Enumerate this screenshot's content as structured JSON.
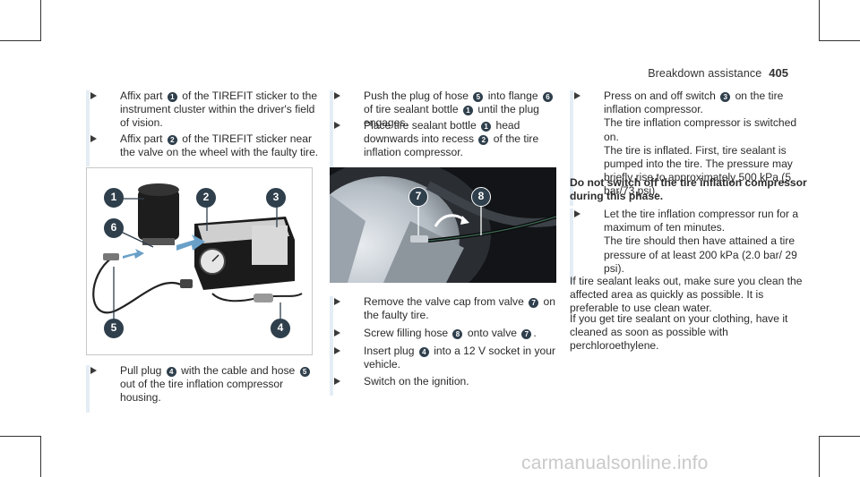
{
  "header": {
    "title": "Breakdown assistance",
    "page_number": "405"
  },
  "col1": {
    "step1": {
      "a": "Affix part",
      "n1": "1",
      "b": "of the TIREFIT sticker to the instrument cluster within the driver's field of vision."
    },
    "step2": {
      "a": "Affix part",
      "n1": "2",
      "b": "of the TIREFIT sticker near the valve on the wheel with the faulty tire."
    },
    "step3": {
      "a": "Pull plug",
      "n1": "4",
      "b": "with the cable and hose",
      "n2": "5",
      "c": "out of the tire inflation compressor housing."
    }
  },
  "figure1": {
    "callouts": [
      "1",
      "2",
      "3",
      "6",
      "5",
      "4"
    ]
  },
  "col2": {
    "step1": {
      "a": "Push the plug of hose",
      "n1": "5",
      "b": "into flange",
      "n2": "6",
      "c": "of tire sealant bottle",
      "n3": "1",
      "d": "until the plug engages."
    },
    "step2": {
      "a": "Place tire sealant bottle",
      "n1": "1",
      "b": "head downwards into recess",
      "n2": "2",
      "c": "of the tire inflation compressor."
    },
    "step3": {
      "a": "Remove the valve cap from valve",
      "n1": "7",
      "b": "on the faulty tire."
    },
    "step4": {
      "a": "Screw filling hose",
      "n1": "8",
      "b": "onto valve",
      "n2": "7",
      "c": "."
    },
    "step5": {
      "a": "Insert plug",
      "n1": "4",
      "b": "into a 12 V socket in your vehicle."
    },
    "step6": {
      "a": "Switch on the ignition."
    }
  },
  "figure2": {
    "callouts": [
      "7",
      "8"
    ]
  },
  "col3": {
    "step1": {
      "a": "Press on and off switch",
      "n1": "3",
      "b": "on the tire inflation compressor.",
      "c": "The tire inflation compressor is switched on.",
      "d": "The tire is inflated. First, tire sealant is pumped into the tire. The pressure may briefly rise to approximately 500 kPa (5 bar/73 psi)."
    },
    "warning": "Do not switch off the tire inflation compressor during this phase.",
    "step2": {
      "a": "Let the tire inflation compressor run for a maximum of ten minutes.",
      "b": "The tire should then have attained a tire pressure of at least 200 kPa (2.0 bar/ 29 psi)."
    },
    "para1": "If tire sealant leaks out, make sure you clean the affected area as quickly as possible. It is preferable to use clean water.",
    "para2": "If you get tire sealant on your clothing, have it cleaned as soon as possible with perchloroethylene."
  },
  "watermark": "carmanualsonline.info"
}
